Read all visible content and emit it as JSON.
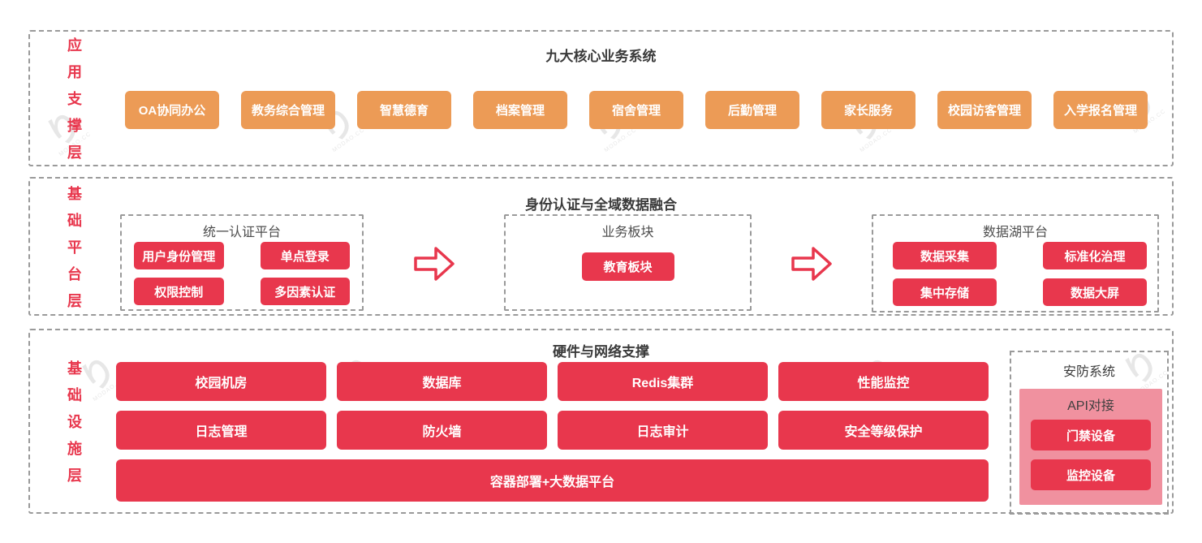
{
  "colors": {
    "orange": "#EC9B56",
    "red": "#E8374D",
    "pink": "#F0919F",
    "border": "#9A9A9A",
    "title": "#3A3A3A",
    "subtitle": "#4D4D4D"
  },
  "watermark": {
    "glyph": "り",
    "text": "MODAO.CC"
  },
  "layers": [
    {
      "label": "应用支撑层",
      "title": "九大核心业务系统",
      "buttons": [
        "OA协同办公",
        "教务综合管理",
        "智慧德育",
        "档案管理",
        "宿舍管理",
        "后勤管理",
        "家长服务",
        "校园访客管理",
        "入学报名管理"
      ]
    },
    {
      "label": "基础平台层",
      "title": "身份认证与全域数据融合",
      "groups": [
        {
          "title": "统一认证平台",
          "buttons": [
            "用户身份管理",
            "单点登录",
            "权限控制",
            "多因素认证"
          ]
        },
        {
          "title": "业务板块",
          "buttons": [
            "教育板块"
          ]
        },
        {
          "title": "数据湖平台",
          "buttons": [
            "数据采集",
            "标准化治理",
            "集中存储",
            "数据大屏"
          ]
        }
      ]
    },
    {
      "label": "基础设施层",
      "title": "硬件与网络支撑",
      "grid_buttons": [
        "校园机房",
        "数据库",
        "Redis集群",
        "性能监控",
        "日志管理",
        "防火墙",
        "日志审计",
        "安全等级保护"
      ],
      "wide_button": "容器部署+大数据平台",
      "security": {
        "title": "安防系统",
        "panel_title": "API对接",
        "buttons": [
          "门禁设备",
          "监控设备"
        ]
      }
    }
  ]
}
